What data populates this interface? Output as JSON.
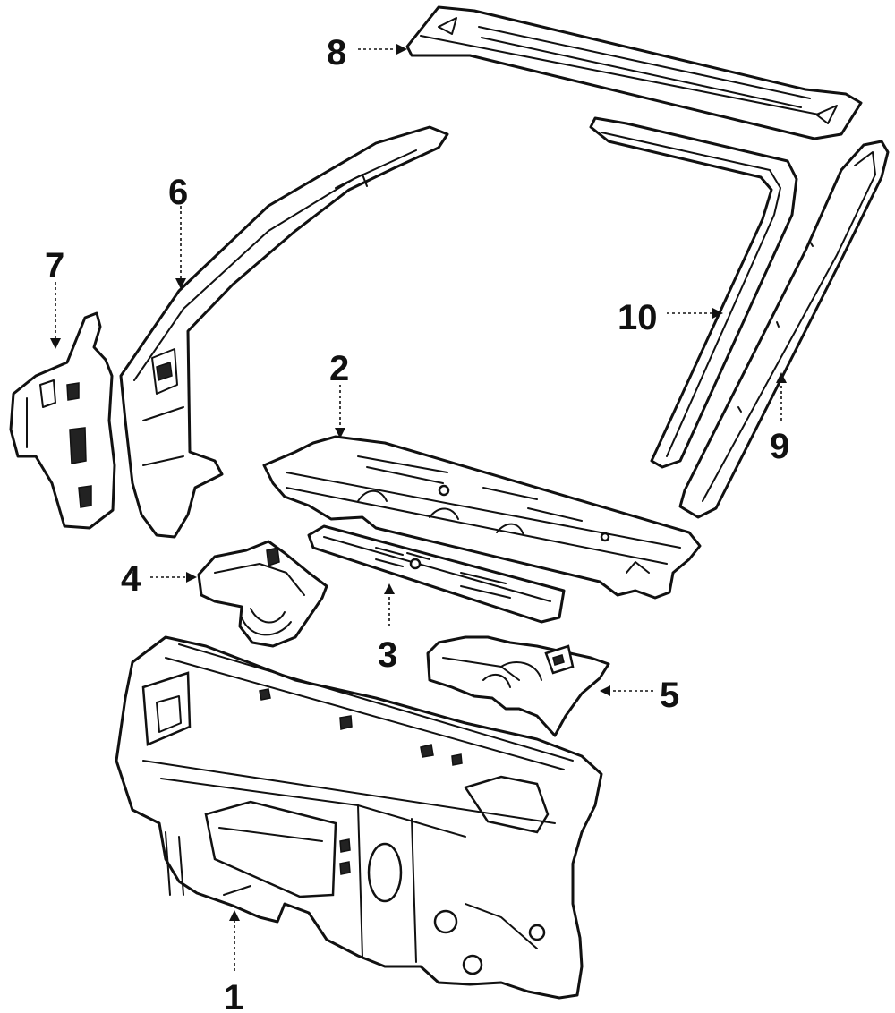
{
  "callouts": {
    "part1": "1",
    "part2": "2",
    "part3": "3",
    "part4": "4",
    "part5": "5",
    "part6": "6",
    "part7": "7",
    "part8": "8",
    "part9": "9",
    "part10": "10"
  },
  "colors": {
    "line": "#111111",
    "background": "#ffffff"
  }
}
